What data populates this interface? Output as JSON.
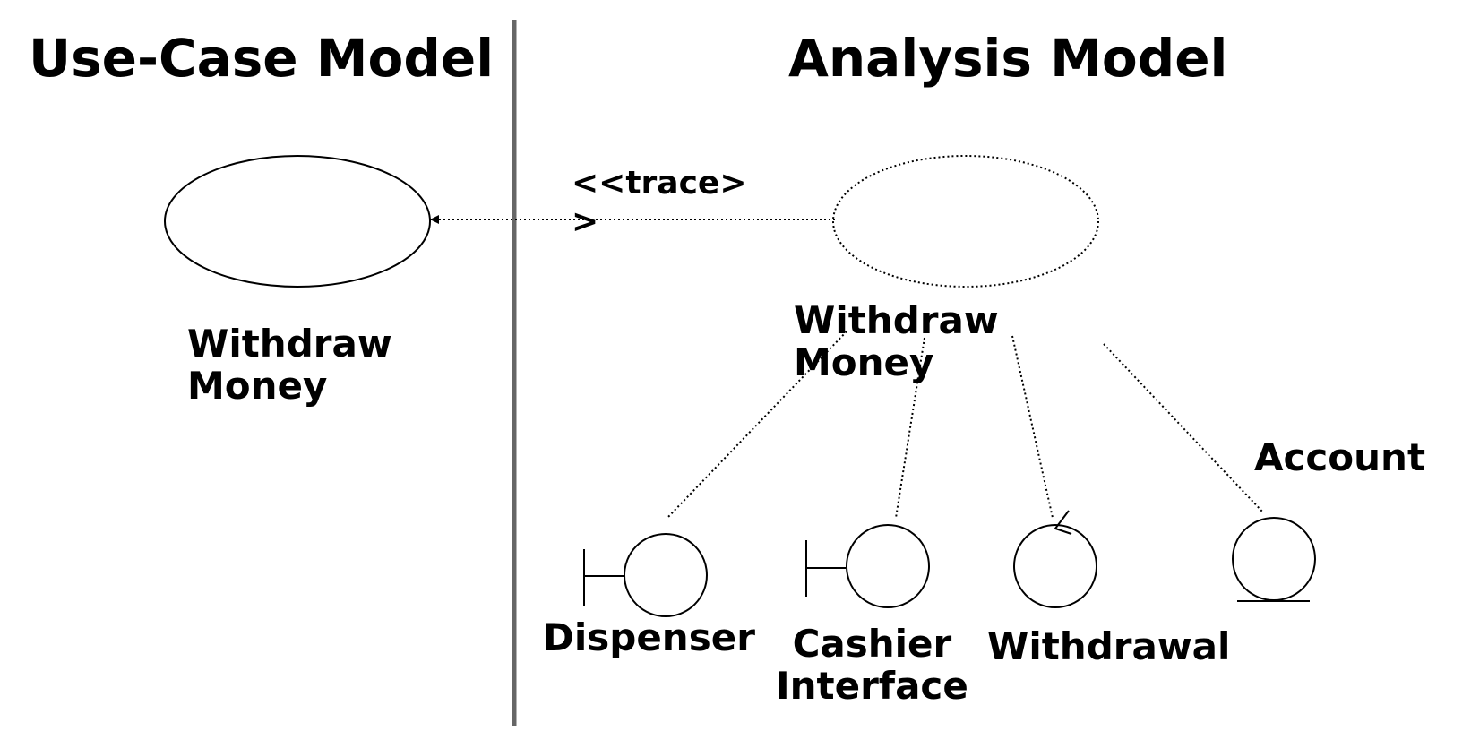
{
  "headings": {
    "left": "Use-Case Model",
    "right": "Analysis Model"
  },
  "use_case_model": {
    "use_case": {
      "line1": "Withdraw",
      "line2": "Money"
    }
  },
  "analysis_model": {
    "use_case_realization": {
      "line1": "Withdraw",
      "line2": "Money"
    },
    "trace_stereotype": {
      "line1": "<<trace>",
      "line2": ">"
    },
    "classes": [
      {
        "kind": "boundary",
        "line1": "Dispenser",
        "line2": ""
      },
      {
        "kind": "boundary",
        "line1": "Cashier",
        "line2": "Interface"
      },
      {
        "kind": "control",
        "line1": "Withdrawal",
        "line2": ""
      },
      {
        "kind": "entity",
        "line1": "Account",
        "line2": ""
      }
    ]
  },
  "icons": {
    "use_case": "ellipse-icon",
    "use_case_realization": "dotted-ellipse-icon",
    "boundary": "boundary-class-icon",
    "control": "control-class-icon",
    "entity": "entity-class-icon"
  },
  "colors": {
    "ink": "#000000",
    "divider": "#666666",
    "background": "#ffffff"
  }
}
